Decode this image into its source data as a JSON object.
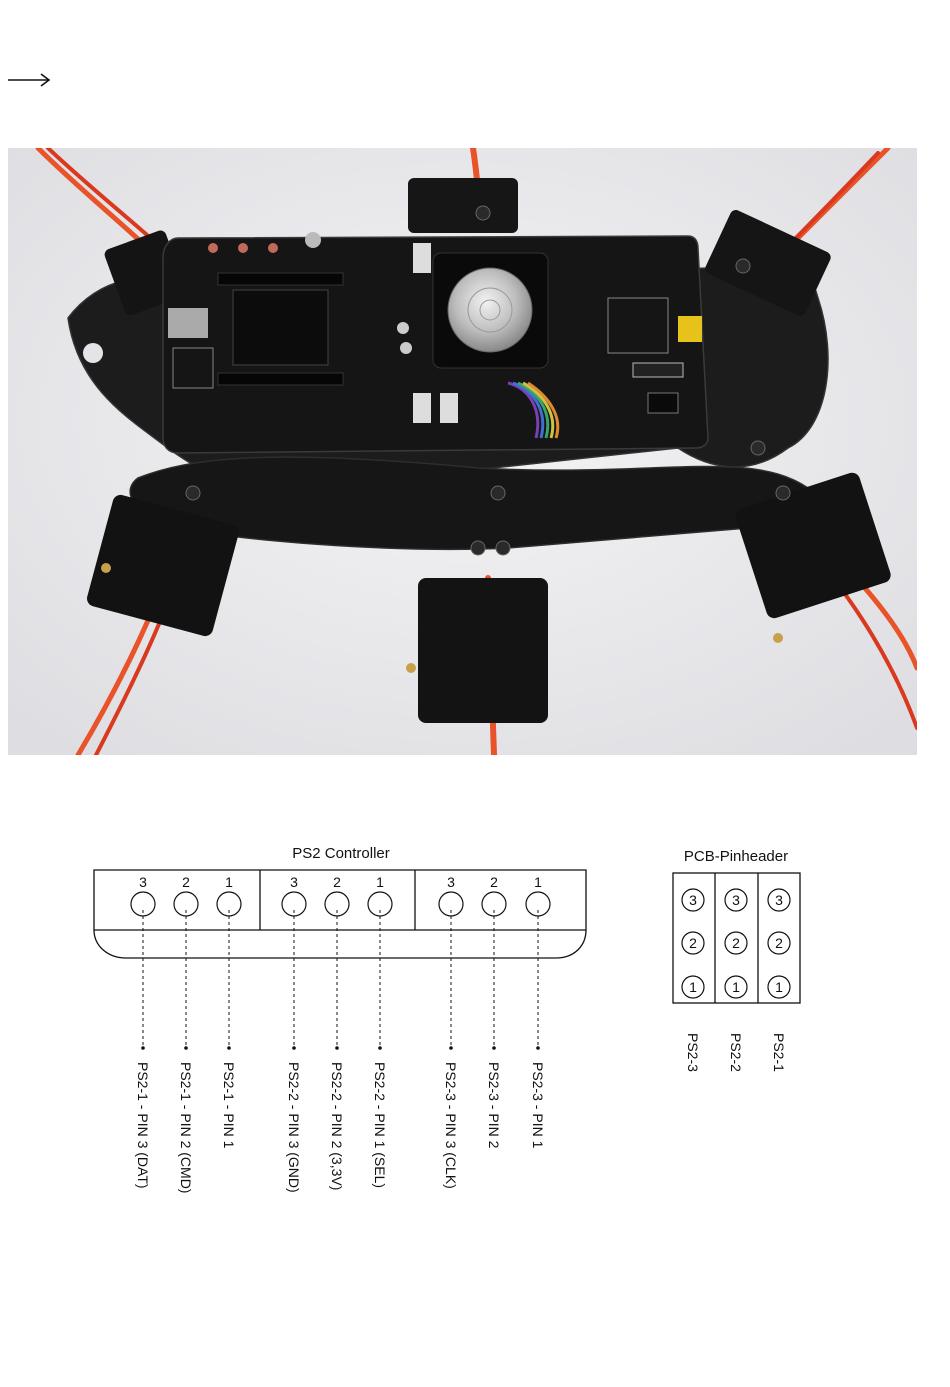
{
  "icons": {
    "arrow": "right-arrow-icon"
  },
  "photo": {
    "description_icon": "hexapod-robot-photo"
  },
  "controller": {
    "title": "PS2 Controller",
    "pin_numbers": [
      "3",
      "2",
      "1",
      "3",
      "2",
      "1",
      "3",
      "2",
      "1"
    ],
    "labels": [
      "PS2-1 - PIN 3 (DAT)",
      "PS2-1 - PIN 2 (CMD)",
      "PS2-1 - PIN 1",
      "PS2-2 - PIN 3 (GND)",
      "PS2-2 - PIN 2 (3,3V)",
      "PS2-2 - PIN 1 (SEL)",
      "PS2-3 - PIN 3 (CLK)",
      "PS2-3 - PIN 2",
      "PS2-3 - PIN 1"
    ]
  },
  "pinheader": {
    "title": "PCB-Pinheader",
    "columns": [
      {
        "pins": [
          "3",
          "2",
          "1"
        ],
        "label": "PS2-3"
      },
      {
        "pins": [
          "3",
          "2",
          "1"
        ],
        "label": "PS2-2"
      },
      {
        "pins": [
          "3",
          "2",
          "1"
        ],
        "label": "PS2-1"
      }
    ]
  },
  "colors": {
    "pcb": "#151515",
    "wire_orange": "#e8532a",
    "wire_red": "#d8391f",
    "background_photo": "#ededef"
  }
}
